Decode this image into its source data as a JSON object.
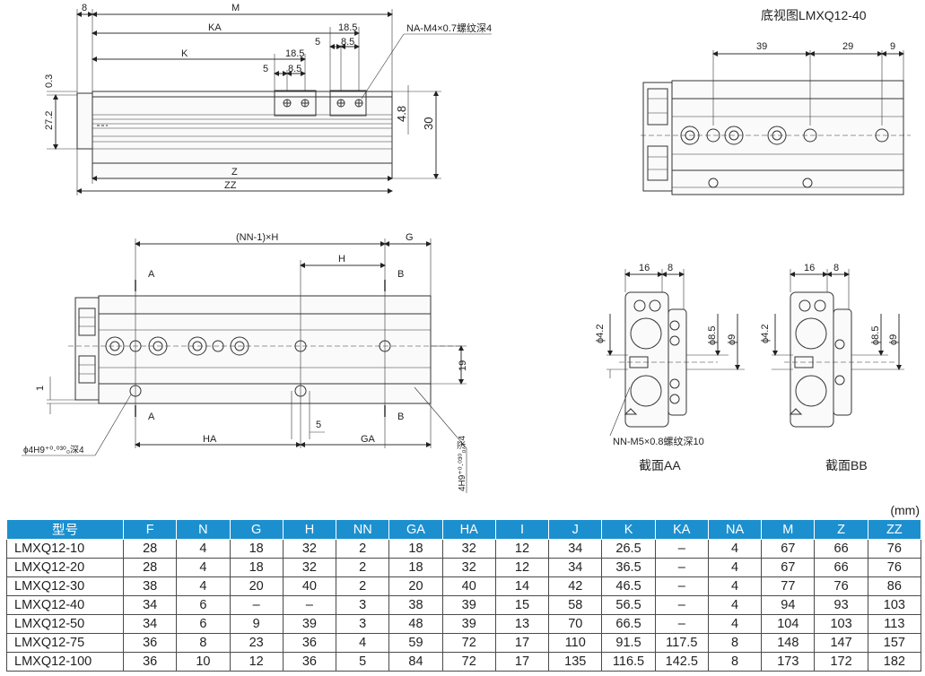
{
  "top_view": {
    "dims": {
      "d8": "8",
      "M": "M",
      "KA": "KA",
      "K": "K",
      "d18_5a": "18.5",
      "d5a": "5",
      "d8_5a": "8.5",
      "d18_5b": "18.5",
      "d5b": "5",
      "d8_5b": "8.5",
      "na_callout": "NA-M4×0.7螺纹深4",
      "d0_3": "0.3",
      "d27_2": "27.2",
      "d4_8": "4.8",
      "d30": "30",
      "Z": "Z",
      "ZZ": "ZZ"
    }
  },
  "bottom_view": {
    "title": "底视图LMXQ12-40",
    "dims": {
      "d39": "39",
      "d29": "29",
      "d9": "9"
    }
  },
  "side_view": {
    "dims": {
      "nnh": "(NN-1)×H",
      "G": "G",
      "H": "H",
      "A_top": "A",
      "B_top": "B",
      "d19": "19",
      "d1": "1",
      "A_bot": "A",
      "B_bot": "B",
      "d5": "5",
      "HA": "HA",
      "GA": "GA",
      "hole_left": "ϕ4H9⁺⁰·⁰³⁰₀深4",
      "hole_right": "4H9⁺⁰·⁰³⁰₀深4"
    }
  },
  "section_aa": {
    "label": "截面AA",
    "dims": {
      "d16": "16",
      "d8": "8",
      "d4_2": "ϕ4.2",
      "d8_5": "ϕ8.5",
      "d9": "ϕ9"
    },
    "callout": "NN-M5×0.8螺纹深10"
  },
  "section_bb": {
    "label": "截面BB",
    "dims": {
      "d16": "16",
      "d8": "8",
      "d4_2": "ϕ4.2",
      "d8_5": "ϕ8.5",
      "d9": "ϕ9"
    }
  },
  "table": {
    "unit": "(mm)",
    "header_color": "#1c8fcf",
    "headers": [
      "型号",
      "F",
      "N",
      "G",
      "H",
      "NN",
      "GA",
      "HA",
      "I",
      "J",
      "K",
      "KA",
      "NA",
      "M",
      "Z",
      "ZZ"
    ],
    "rows": [
      [
        "LMXQ12-10",
        "28",
        "4",
        "18",
        "32",
        "2",
        "18",
        "32",
        "12",
        "34",
        "26.5",
        "–",
        "4",
        "67",
        "66",
        "76"
      ],
      [
        "LMXQ12-20",
        "28",
        "4",
        "18",
        "32",
        "2",
        "18",
        "32",
        "12",
        "34",
        "36.5",
        "–",
        "4",
        "67",
        "66",
        "76"
      ],
      [
        "LMXQ12-30",
        "38",
        "4",
        "20",
        "40",
        "2",
        "20",
        "40",
        "14",
        "42",
        "46.5",
        "–",
        "4",
        "77",
        "76",
        "86"
      ],
      [
        "LMXQ12-40",
        "34",
        "6",
        "–",
        "–",
        "3",
        "38",
        "39",
        "15",
        "58",
        "56.5",
        "–",
        "4",
        "94",
        "93",
        "103"
      ],
      [
        "LMXQ12-50",
        "34",
        "6",
        "9",
        "39",
        "3",
        "48",
        "39",
        "13",
        "70",
        "66.5",
        "–",
        "4",
        "104",
        "103",
        "113"
      ],
      [
        "LMXQ12-75",
        "36",
        "8",
        "23",
        "36",
        "4",
        "59",
        "72",
        "17",
        "110",
        "91.5",
        "117.5",
        "8",
        "148",
        "147",
        "157"
      ],
      [
        "LMXQ12-100",
        "36",
        "10",
        "12",
        "36",
        "5",
        "84",
        "72",
        "17",
        "135",
        "116.5",
        "142.5",
        "8",
        "173",
        "172",
        "182"
      ]
    ]
  }
}
